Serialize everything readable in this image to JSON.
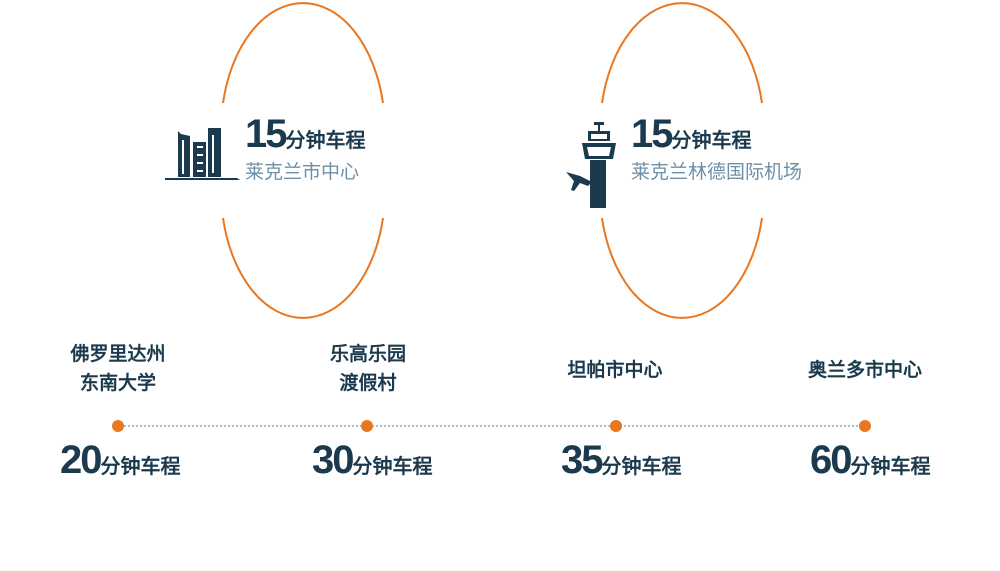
{
  "colors": {
    "accent": "#e87722",
    "text": "#1c3a4e",
    "subtext": "#6d8fa8"
  },
  "hubs": [
    {
      "icon": "city-buildings-icon",
      "minutes": "15",
      "unit": "分钟车程",
      "place": "莱克兰市中心"
    },
    {
      "icon": "airport-tower-icon",
      "minutes": "15",
      "unit": "分钟车程",
      "place": "莱克兰林德国际机场"
    }
  ],
  "stops": [
    {
      "name_line1": "佛罗里达州",
      "name_line2": "东南大学",
      "minutes": "20",
      "unit": "分钟车程"
    },
    {
      "name_line1": "乐高乐园",
      "name_line2": "渡假村",
      "minutes": "30",
      "unit": "分钟车程"
    },
    {
      "name_line1": "坦帕市中心",
      "name_line2": "",
      "minutes": "35",
      "unit": "分钟车程"
    },
    {
      "name_line1": "奥兰多市中心",
      "name_line2": "",
      "minutes": "60",
      "unit": "分钟车程"
    }
  ]
}
